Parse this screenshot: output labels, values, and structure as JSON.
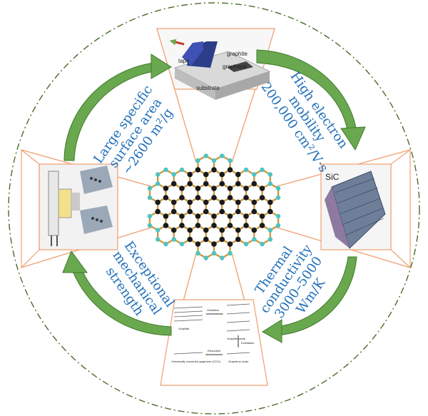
{
  "properties": [
    {
      "id": "surface",
      "lines": [
        "Large specific",
        "surface area",
        "~2600 m²/g"
      ]
    },
    {
      "id": "mobility",
      "lines": [
        "High electron",
        "mobility",
        "200,000 cm²/V·s"
      ]
    },
    {
      "id": "thermal",
      "lines": [
        "Thermal",
        "conductivity",
        "3000–5000",
        "Wm/K"
      ]
    },
    {
      "id": "mechanical",
      "lines": [
        "Exceptional",
        "mechanical",
        "strength"
      ]
    }
  ],
  "panels": {
    "exfoliation": {
      "tape": "tape",
      "graphite": "graphite",
      "graphene": "graphene",
      "substrate": "substrate"
    },
    "sic": {
      "label": "SiC"
    },
    "reduction": {
      "graphite": "Graphite",
      "oxidation": "Oxidation",
      "graphite_oxide": "Graphite oxide",
      "exfoliation": "Exfoliation",
      "rgo": "Chemically converted graphene (CCG)",
      "reduction": "Reduction",
      "go": "Graphene oxide"
    }
  },
  "colors": {
    "label": "#1f6fb8",
    "arrow": "#6aa84f",
    "arrow_dark": "#3d7a2a",
    "circle": "#4a6b2a",
    "spoke": "#f0a070",
    "atom": "#1a1a1a",
    "hydrogen": "#4fc3c3",
    "bond": "#c89a40"
  }
}
